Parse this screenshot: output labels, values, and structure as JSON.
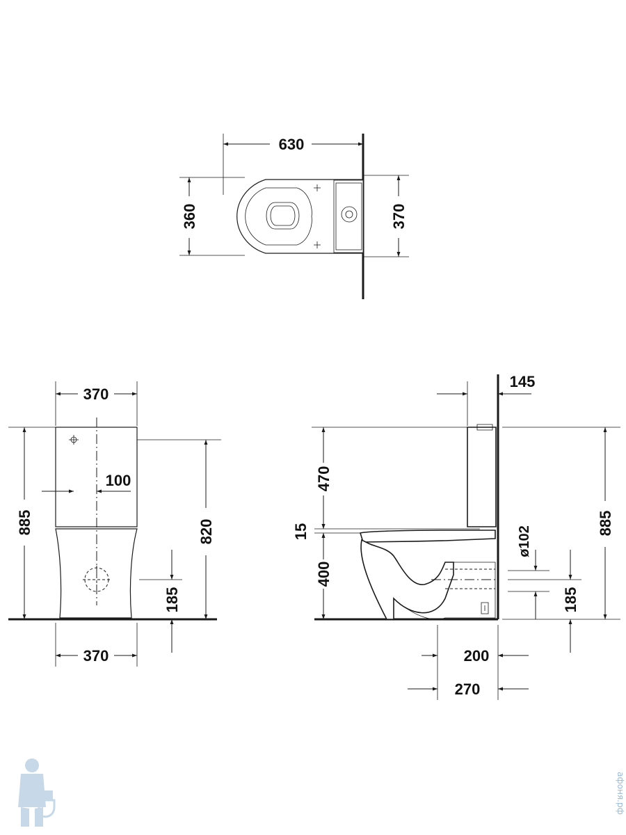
{
  "top_view": {
    "length": "630",
    "bowl_width": "360",
    "tank_width": "370"
  },
  "front_view": {
    "width_top": "370",
    "width_bottom": "370",
    "total_height": "885",
    "tank_top_height": "820",
    "offset": "100",
    "outlet_height": "185"
  },
  "side_view": {
    "wall_gap": "145",
    "tank_height": "470",
    "seat_gap": "15",
    "bowl_height": "400",
    "pipe_diameter": "ø102",
    "total_height": "885",
    "outlet_height": "185",
    "distance_a": "200",
    "distance_b": "270"
  },
  "watermark": {
    "text": "афоня.рф",
    "color": "#9ab9d8",
    "icon": "plumber-mascot-icon"
  }
}
